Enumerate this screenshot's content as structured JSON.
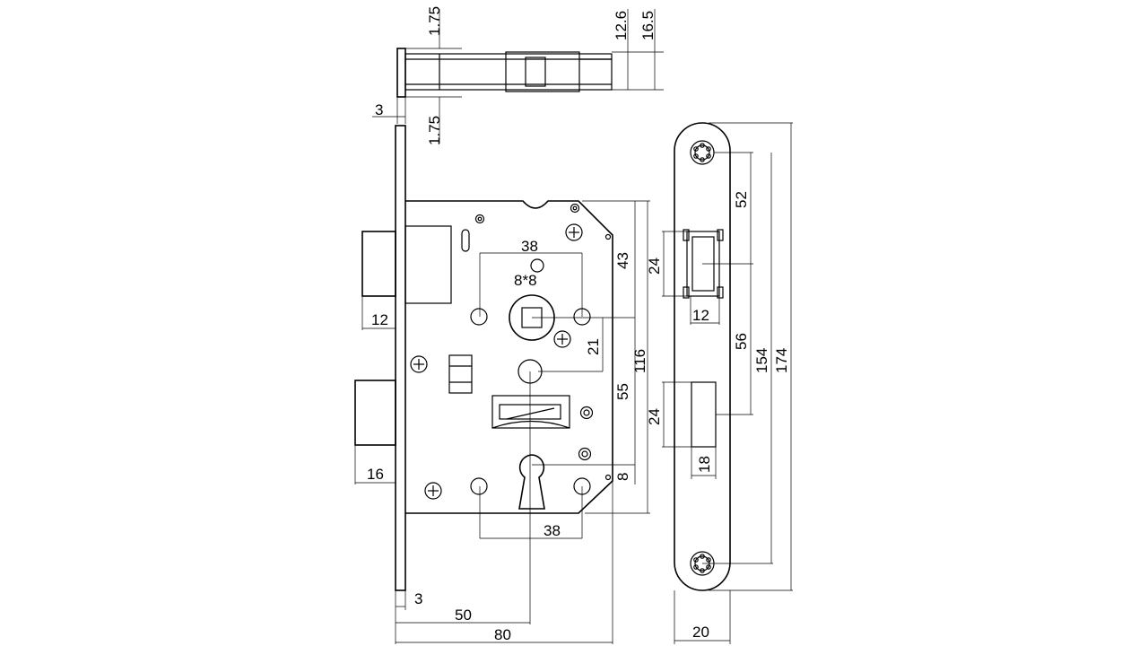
{
  "diagram": {
    "accent": "#000000",
    "background": "#ffffff",
    "labels": {
      "top_a": "1.75",
      "top_b": "1.75",
      "top_c": "3",
      "top_d": "12.6",
      "top_e": "16.5",
      "latch_w": "12",
      "bolt_w": "16",
      "spindle_spacing": "38",
      "keyhole_spacing": "38",
      "spindle_square": "8*8",
      "backset_upper": "43",
      "offset_21": "21",
      "height_116": "116",
      "dist_55": "55",
      "small_8": "8",
      "faceplate_t": "3",
      "backset": "50",
      "case_depth": "80",
      "strike_52": "52",
      "strike_24a": "24",
      "strike_12": "12",
      "strike_56": "56",
      "strike_154": "154",
      "strike_174": "174",
      "strike_24b": "24",
      "strike_18": "18",
      "strike_width": "20"
    }
  }
}
